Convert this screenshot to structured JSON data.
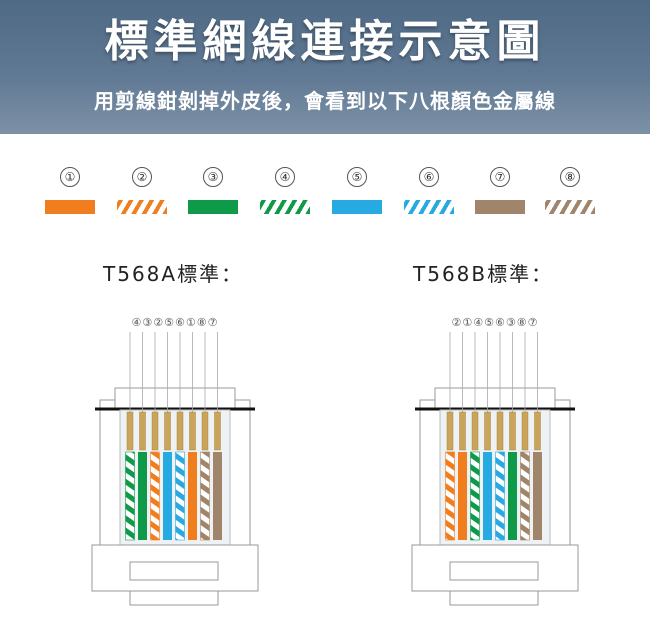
{
  "header": {
    "title": "標準網線連接示意圖",
    "subtitle": "用剪線鉗剝掉外皮後，會看到以下八根顏色金屬線"
  },
  "legend": [
    {
      "num": "①",
      "color": "#f07d1e",
      "striped": false
    },
    {
      "num": "②",
      "color": "#f07d1e",
      "striped": true
    },
    {
      "num": "③",
      "color": "#0e9a48",
      "striped": false
    },
    {
      "num": "④",
      "color": "#0e9a48",
      "striped": true
    },
    {
      "num": "⑤",
      "color": "#27a9e1",
      "striped": false
    },
    {
      "num": "⑥",
      "color": "#27a9e1",
      "striped": true
    },
    {
      "num": "⑦",
      "color": "#a1856a",
      "striped": false
    },
    {
      "num": "⑧",
      "color": "#a1856a",
      "striped": true
    }
  ],
  "standards": [
    {
      "label": "T568A標準：",
      "order": "④③②⑤⑥①⑧⑦",
      "wires": [
        {
          "color": "#0e9a48",
          "striped": true
        },
        {
          "color": "#0e9a48",
          "striped": false
        },
        {
          "color": "#f07d1e",
          "striped": true
        },
        {
          "color": "#27a9e1",
          "striped": false
        },
        {
          "color": "#27a9e1",
          "striped": true
        },
        {
          "color": "#f07d1e",
          "striped": false
        },
        {
          "color": "#a1856a",
          "striped": true
        },
        {
          "color": "#a1856a",
          "striped": false
        }
      ]
    },
    {
      "label": "T568B標準：",
      "order": "②①④⑤⑥③⑧⑦",
      "wires": [
        {
          "color": "#f07d1e",
          "striped": true
        },
        {
          "color": "#f07d1e",
          "striped": false
        },
        {
          "color": "#0e9a48",
          "striped": true
        },
        {
          "color": "#27a9e1",
          "striped": false
        },
        {
          "color": "#27a9e1",
          "striped": true
        },
        {
          "color": "#0e9a48",
          "striped": false
        },
        {
          "color": "#a1856a",
          "striped": true
        },
        {
          "color": "#a1856a",
          "striped": false
        }
      ]
    }
  ]
}
